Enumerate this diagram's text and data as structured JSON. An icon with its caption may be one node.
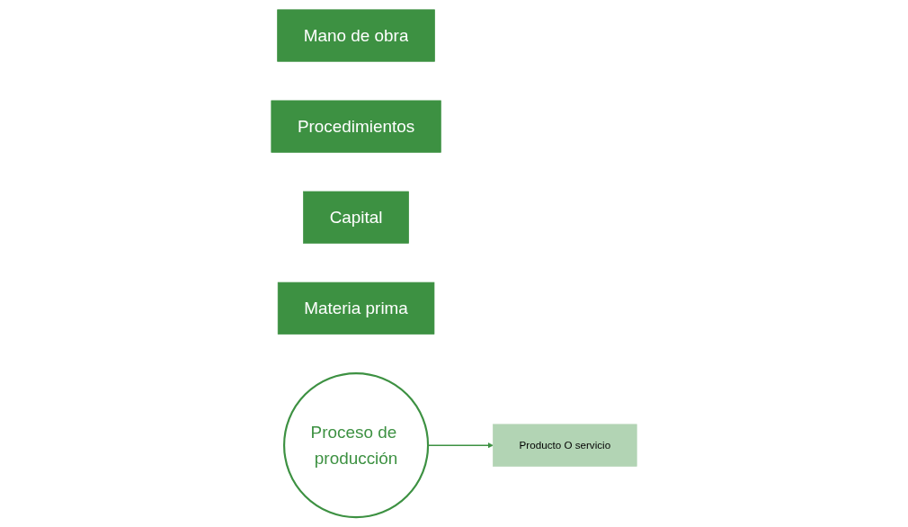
{
  "diagram": {
    "nodes": [
      {
        "text": [
          "Mano de obra"
        ]
      },
      {
        "text": [
          "Procedimientos"
        ]
      },
      {
        "text": [
          "Capital"
        ]
      },
      {
        "text": [
          "Materia prima"
        ]
      },
      {
        "text": [
          "Proceso de producción"
        ]
      },
      {
        "text": [
          "Producto O servicio"
        ]
      }
    ],
    "edges": [
      {
        "from": 4,
        "to": 5,
        "arrow": "to"
      }
    ]
  }
}
